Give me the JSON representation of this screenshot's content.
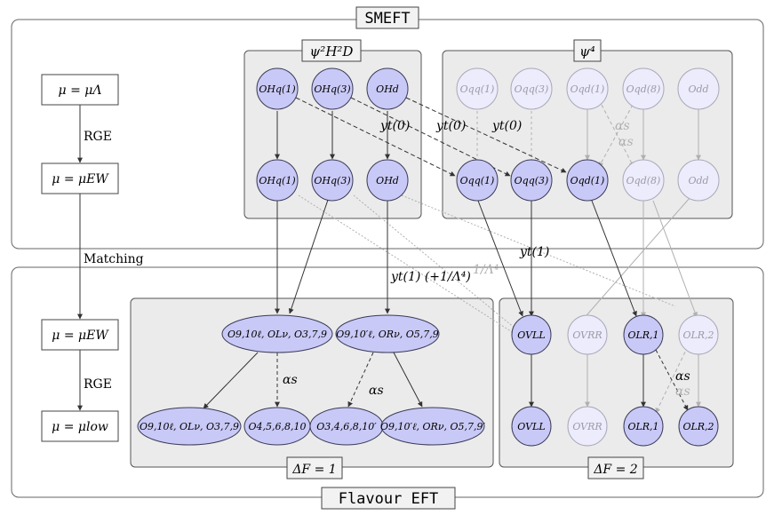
{
  "frames": {
    "smeft_title": "SMEFT",
    "flavour_title": "Flavour EFT",
    "smeft_bosonic_title": "ψ²H²D",
    "smeft_fourfermion_title": "ψ⁴",
    "df1_title": "ΔF = 1",
    "df2_title": "ΔF = 2"
  },
  "scales": {
    "lambda": "μ = μΛ",
    "ew_top": "μ = μEW",
    "ew_bottom": "μ = μEW",
    "low": "μ = μlow"
  },
  "flow_labels": {
    "rge_top": "RGE",
    "matching": "Matching",
    "rge_bottom": "RGE"
  },
  "couplings": {
    "yt0_a": "yt(0)",
    "yt0_b": "yt(0)",
    "yt0_c": "yt(0)",
    "yt1_match": "yt(1)",
    "yt1_lambda": "yt(1) (+1/Λ⁴)",
    "lambda4_faded": "1/Λ⁴",
    "alpha_s_smeft_a": "αs",
    "alpha_s_smeft_b": "αs",
    "alpha_s_df1_a": "αs",
    "alpha_s_df1_b": "αs",
    "alpha_s_df2_a": "αs",
    "alpha_s_df2_b": "αs"
  },
  "operators": {
    "hq1_top": "OHq(1)",
    "hq3_top": "OHq(3)",
    "hd_top": "OHd",
    "qq1_top": "Oqq(1)",
    "qq3_top": "Oqq(3)",
    "qd1_top": "Oqd(1)",
    "qd8_top": "Oqd(8)",
    "dd_top": "Odd",
    "hq1_ew": "OHq(1)",
    "hq3_ew": "OHq(3)",
    "hd_ew": "OHd",
    "qq1_ew": "Oqq(1)",
    "qq3_ew": "Oqq(3)",
    "qd1_ew": "Oqd(1)",
    "qd8_ew": "Oqd(8)",
    "dd_ew": "Odd",
    "df1_left_ew": "O9,10ℓ, OLν, O3,7,9",
    "df1_right_ew": "O9,10′ℓ, ORν, O5,7,9",
    "df1_left_low": "O9,10ℓ, OLν, O3,7,9",
    "df1_mid_left_low": "O4,5,6,8,10",
    "df1_mid_right_low": "O3,4,6,8,10′",
    "df1_right_low": "O9,10′ℓ, ORν, O5,7,9′",
    "vll_ew": "OVLL",
    "vrr_ew": "OVRR",
    "lr1_ew": "OLR,1",
    "lr2_ew": "OLR,2",
    "vll_low": "OVLL",
    "vrr_low": "OVRR",
    "lr1_low": "OLR,1",
    "lr2_low": "OLR,2"
  },
  "colors": {
    "node_active": "#c9c9f7",
    "node_active_stroke": "#3a3a58",
    "node_faded": "#ececfc",
    "node_faded_stroke": "#a8a8b8",
    "panel_fill": "#ebebeb",
    "panel_stroke": "#555555",
    "faded_line": "#b0b0b0"
  }
}
